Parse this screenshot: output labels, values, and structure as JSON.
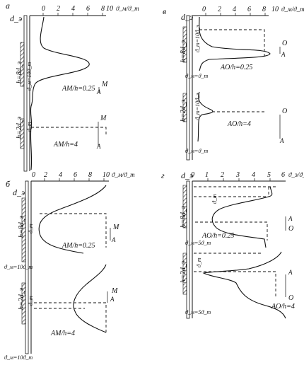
{
  "panels": {
    "a": {
      "letter": "а",
      "ticks": [
        "0",
        "2",
        "4",
        "6",
        "8",
        "10"
      ],
      "axis_label": "ϑ_м/ϑ_т",
      "electrode_label": "d_э",
      "h_upper": "h=8d_э",
      "h_lower": "h=2d_э",
      "gap_upper": "ϑ_м=10ϑ_т",
      "gap_lower": "ϑ_т",
      "caption_upper": "AM/h=0.25",
      "caption_lower": "AM/h=4",
      "point_m": "M",
      "point_a": "A"
    },
    "b": {
      "letter": "б",
      "ticks": [
        "0",
        "2",
        "4",
        "6",
        "8",
        "10"
      ],
      "axis_label": "ϑ_м/ϑ_т",
      "electrode_label": "d_э",
      "h_upper": "h=8d_э",
      "h_lower": "h=2d_э",
      "gap_upper": "ϑ_т",
      "gap_upper_bottom": "ϑ_м=10ϑ_т",
      "gap_lower": "ϑ_т",
      "gap_lower_bottom": "ϑ_м=10ϑ_т",
      "caption_upper": "AM/h=0.25",
      "caption_lower": "AM/h=4",
      "point_m": "M",
      "point_a": "A"
    },
    "v": {
      "letter": "в",
      "ticks": [
        "0",
        "2",
        "4",
        "6",
        "8",
        "10"
      ],
      "axis_label": "ϑ_м/ϑ_т",
      "electrode_label": "d_э",
      "h_upper": "h=8d_э",
      "h_lower": "h=2d_э",
      "gap_upper": "ϑ_т=10ϑ_э",
      "gap_upper_bottom": "ϑ_м=ϑ_т",
      "gap_lower": "ϑ_т=10ϑ_э",
      "gap_lower_bottom": "ϑ_м=ϑ_т",
      "caption_upper": "AO/h=0.25",
      "caption_lower": "AO/h=4",
      "point_o": "O",
      "point_a": "A"
    },
    "g": {
      "letter": "г",
      "ticks": [
        "0",
        "1",
        "2",
        "3",
        "4",
        "5",
        "6"
      ],
      "axis_label": "ϑ_э/ϑ_т",
      "electrode_label": "d_э",
      "h_upper": "h=8d_э",
      "h_lower": "h=2d_э",
      "gap_upper": "ϑ_т",
      "gap_upper_bottom": "ϑ_м=5ϑ_т",
      "gap_lower": "ϑ_т",
      "gap_lower_bottom": "ϑ_м=5ϑ_т",
      "caption_upper": "AO/h=0.25",
      "caption_lower": "AO/h=4",
      "point_o": "O",
      "point_a": "A"
    }
  }
}
